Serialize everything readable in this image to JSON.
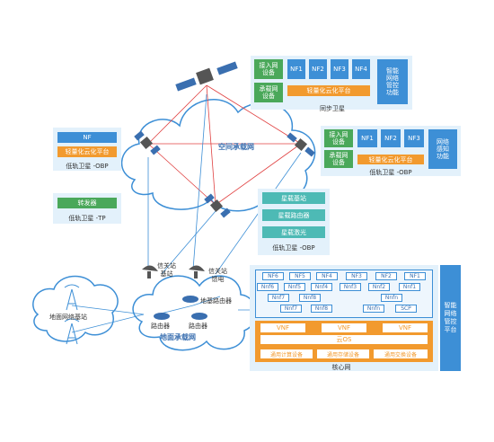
{
  "sync_satellite": {
    "access": "接入网\n设备",
    "bearer": "承载网\n设备",
    "nf": [
      "NF1",
      "NF2",
      "NF3",
      "NF4"
    ],
    "cloud": "轻量化云化平台",
    "mgmt": "智能\n网络\n管控\n功能",
    "caption": "同步卫星"
  },
  "leo_obp_left": {
    "nf": "NF",
    "cloud": "轻量化云化平台",
    "caption": "低轨卫星 -OBP"
  },
  "leo_tp": {
    "box": "转发器",
    "caption": "低轨卫星 -TP"
  },
  "leo_obp_right": {
    "access": "接入网\n设备",
    "bearer": "承载网\n设备",
    "nf": [
      "NF1",
      "NF2",
      "NF3"
    ],
    "cloud": "轻量化云化平台",
    "sense": "网络\n感知\n功能",
    "caption": "低轨卫星 -OBP"
  },
  "leo_obp_mid": {
    "items": [
      "星载基站",
      "星载路由器",
      "星载激光"
    ],
    "caption": "低轨卫星 -OBP"
  },
  "space_network": "空间承载网",
  "gateway_base": "信关站\n基站",
  "gateway_feed": "信关站\n馈电",
  "ground_base_router": "地基路由器",
  "router": "路由器",
  "ground_network": "地面承载网",
  "ground_base_station": "地面网络基站",
  "core": {
    "nf_row": [
      "NF6",
      "NF5",
      "NF4",
      "NF3",
      "NF2",
      "NF1"
    ],
    "nnf_row1": [
      "Nnf6",
      "Nnf5",
      "Nnf4",
      "Nnf3",
      "Nnf2",
      "Nnf1"
    ],
    "nnf_row2": [
      "Nnf7",
      "Nnf8",
      "Nnfn"
    ],
    "nnf_row3": [
      "Nnf7",
      "Nnf8",
      "Nnfn",
      "SCP"
    ],
    "vnf": [
      "VNF",
      "VNF",
      "VNF"
    ],
    "cloud_os": "云OS",
    "devices": [
      "通用计算设备",
      "通用存储设备",
      "通用交换设备"
    ],
    "caption": "核心网",
    "mgmt": "智能\n网络\n管控\n平台"
  },
  "colors": {
    "blue": "#3d8fd6",
    "green": "#4aa85a",
    "orange": "#f29a2e",
    "teal": "#4dbab5",
    "panel": "#e3f1fb",
    "red": "#e04040"
  }
}
